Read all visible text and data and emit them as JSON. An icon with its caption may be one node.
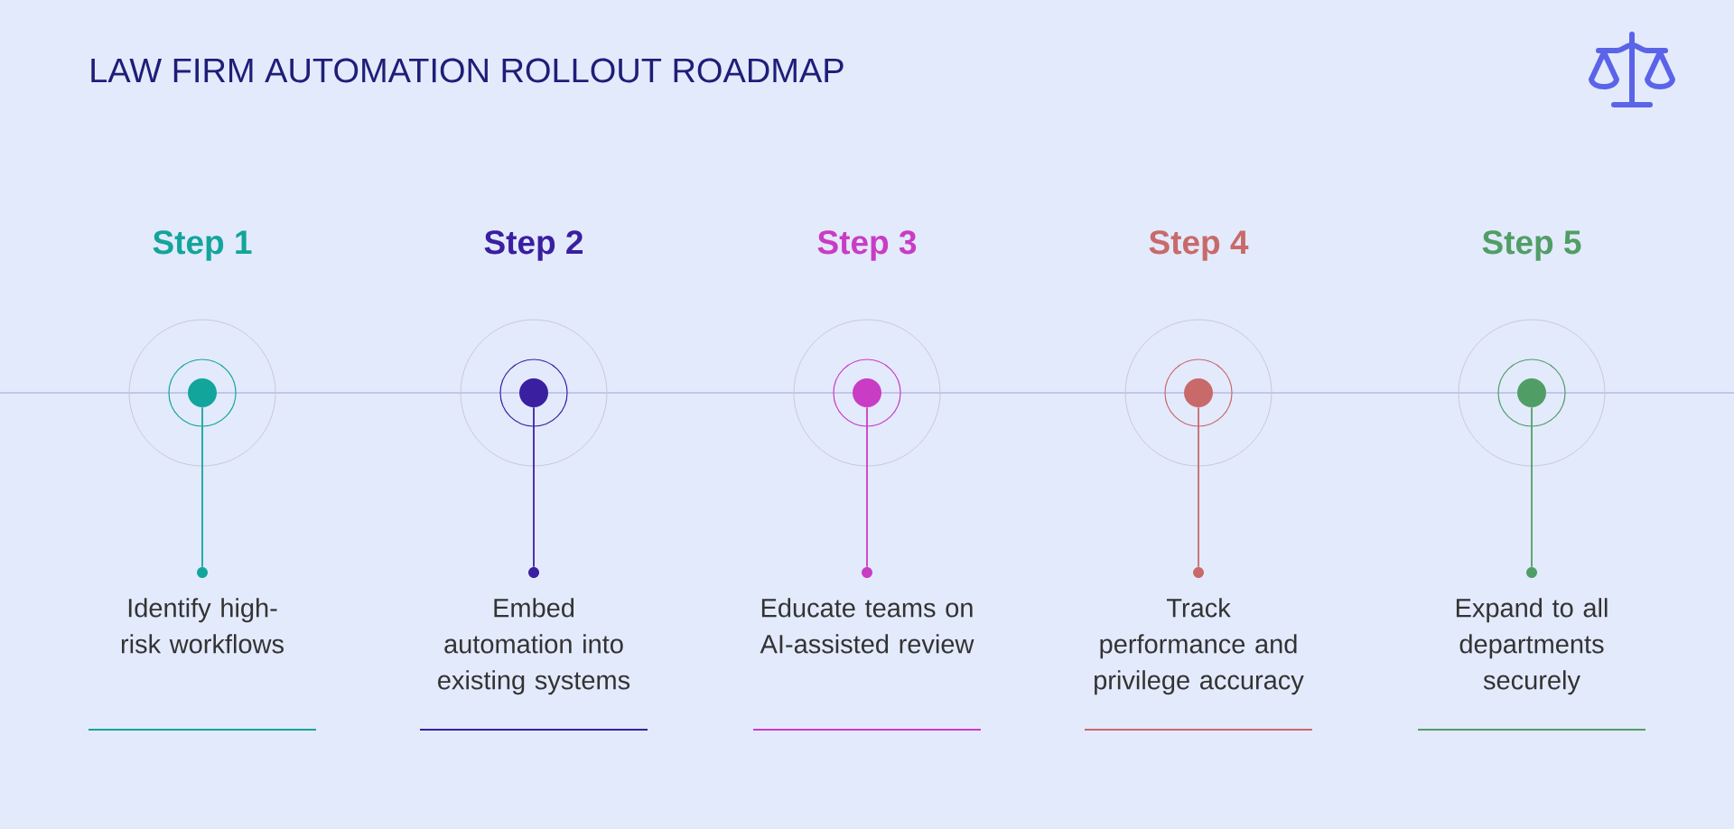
{
  "diagram": {
    "title": "LAW FIRM AUTOMATION ROLLOUT ROADMAP",
    "nodes": [
      {
        "text": [],
        "shape": "circle",
        "beside": [
          "Step 1"
        ]
      },
      {
        "text": [],
        "shape": "circle",
        "beside": [
          "Identify high-risk workflows"
        ]
      },
      {
        "text": [],
        "shape": "circle",
        "beside": [
          "Step 2"
        ]
      },
      {
        "text": [],
        "shape": "circle",
        "beside": [
          "Embed automation into existing systems"
        ]
      },
      {
        "text": [],
        "shape": "circle",
        "beside": [
          "Step 3"
        ]
      },
      {
        "text": [],
        "shape": "circle",
        "beside": [
          "Educate teams on AI-assisted review"
        ]
      },
      {
        "text": [],
        "shape": "circle",
        "beside": [
          "Step 4"
        ]
      },
      {
        "text": [],
        "shape": "circle",
        "beside": [
          "Track performance and privilege accuracy"
        ]
      },
      {
        "text": [],
        "shape": "circle",
        "beside": [
          "Step 5"
        ]
      },
      {
        "text": [],
        "shape": "circle",
        "beside": [
          "Expand to all departments securely"
        ]
      }
    ],
    "edges": [
      {
        "from": 0,
        "to": 1,
        "arrow": "none",
        "color": "#12a59c"
      },
      {
        "from": 2,
        "to": 3,
        "arrow": "none",
        "color": "#3a1fa0"
      },
      {
        "from": 4,
        "to": 5,
        "arrow": "none",
        "color": "#c93cc4"
      },
      {
        "from": 6,
        "to": 7,
        "arrow": "none",
        "color": "#c86a6a"
      },
      {
        "from": 8,
        "to": 9,
        "arrow": "none",
        "color": "#509e66"
      }
    ]
  }
}
